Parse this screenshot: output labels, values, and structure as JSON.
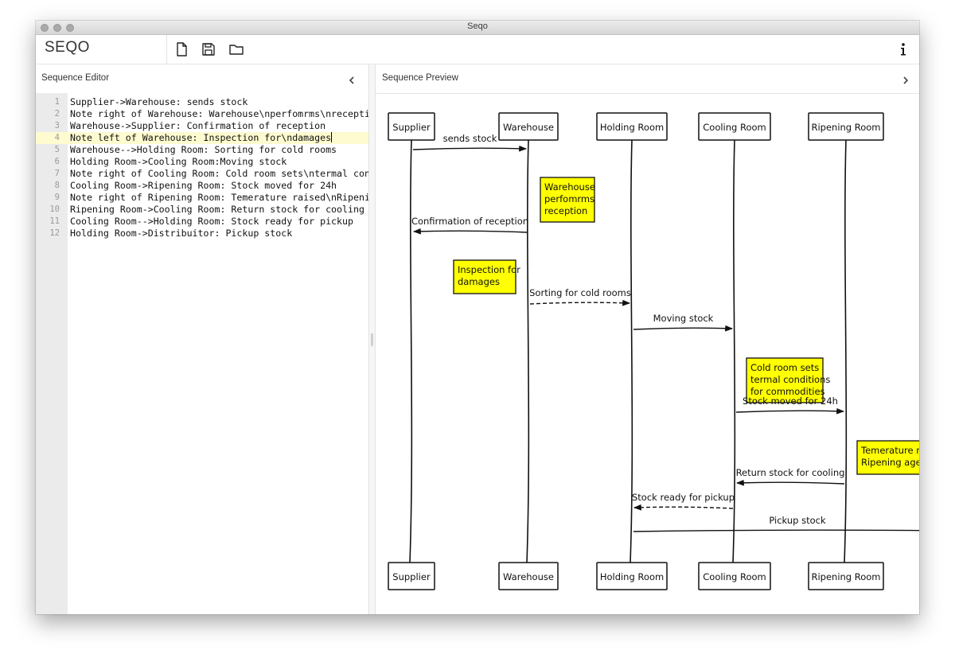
{
  "window": {
    "title": "Seqo"
  },
  "toolbar": {
    "brand": "SEQO",
    "new_icon": "new-file-icon",
    "save_icon": "save-icon",
    "open_icon": "open-folder-icon",
    "info_icon": "info-icon"
  },
  "editor": {
    "title": "Sequence Editor",
    "collapse_icon": "chevron-left-icon",
    "active_line": 4,
    "lines": [
      {
        "no": "1",
        "text": "Supplier->Warehouse: sends stock"
      },
      {
        "no": "2",
        "text": "Note right of Warehouse: Warehouse\\nperfomrms\\nreception"
      },
      {
        "no": "3",
        "text": "Warehouse->Supplier: Confirmation of reception"
      },
      {
        "no": "4",
        "text": "Note left of Warehouse: Inspection for\\ndamages"
      },
      {
        "no": "5",
        "text": "Warehouse-->Holding Room: Sorting for cold rooms"
      },
      {
        "no": "6",
        "text": "Holding Room->Cooling Room:Moving stock"
      },
      {
        "no": "7",
        "text": "Note right of Cooling Room: Cold room sets\\ntermal conditions"
      },
      {
        "no": "8",
        "text": "Cooling Room->Ripening Room: Stock moved for 24h"
      },
      {
        "no": "9",
        "text": "Note right of Ripening Room: Temerature raised\\nRipening agent"
      },
      {
        "no": "10",
        "text": "Ripening Room->Cooling Room: Return stock for cooling"
      },
      {
        "no": "11",
        "text": "Cooling Room-->Holding Room: Stock ready for pickup"
      },
      {
        "no": "12",
        "text": "Holding Room->Distribuitor: Pickup stock"
      }
    ]
  },
  "preview": {
    "title": "Sequence Preview",
    "expand_icon": "chevron-right-icon",
    "participants": [
      "Supplier",
      "Warehouse",
      "Holding Room",
      "Cooling Room",
      "Ripening Room"
    ],
    "messages": [
      {
        "from": 0,
        "to": 1,
        "label": "sends stock",
        "dashed": false
      },
      {
        "from": 1,
        "to": 0,
        "label": "Confirmation of reception",
        "dashed": false
      },
      {
        "from": 1,
        "to": 2,
        "label": "Sorting for cold rooms",
        "dashed": true
      },
      {
        "from": 2,
        "to": 3,
        "label": "Moving stock",
        "dashed": false
      },
      {
        "from": 3,
        "to": 4,
        "label": "Stock moved for 24h",
        "dashed": false
      },
      {
        "from": 4,
        "to": 3,
        "label": "Return stock for cooling",
        "dashed": false
      },
      {
        "from": 3,
        "to": 2,
        "label": "Stock ready for pickup",
        "dashed": true
      },
      {
        "from": 2,
        "to": 5,
        "label": "Pickup stock",
        "dashed": false
      }
    ],
    "notes": [
      {
        "lines": [
          "Warehouse",
          "perfomrms",
          "reception"
        ]
      },
      {
        "lines": [
          "Inspection for",
          "damages"
        ]
      },
      {
        "lines": [
          "Cold room sets",
          "termal conditions",
          "for commodities"
        ]
      },
      {
        "lines": [
          "Temerature r",
          "Ripening age"
        ]
      }
    ],
    "note_color": "#ffff00"
  }
}
